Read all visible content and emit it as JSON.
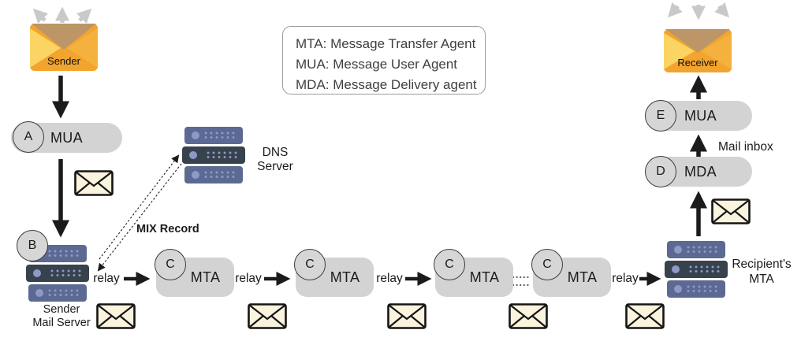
{
  "legend": {
    "lines": [
      "MTA: Message Transfer Agent",
      "MUA: Message User Agent",
      "MDA: Message Delivery agent"
    ]
  },
  "nodes": {
    "sender": {
      "label": "Sender"
    },
    "receiver": {
      "label": "Receiver"
    },
    "mua_a": {
      "badge": "A",
      "label": "MUA"
    },
    "mail_server": {
      "badge": "B",
      "label": "Sender\nMail Server"
    },
    "dns": {
      "label": "DNS\nServer"
    },
    "mta": {
      "badge": "C",
      "label": "MTA"
    },
    "recipient_mta": {
      "label": "Recipient's\nMTA"
    },
    "mda": {
      "badge": "D",
      "label": "MDA"
    },
    "mua_e": {
      "badge": "E",
      "label": "MUA"
    }
  },
  "labels": {
    "relay": "relay",
    "mix_record": "MIX Record",
    "mail_inbox": "Mail inbox"
  },
  "colors": {
    "box_gray": "#d3d3d3",
    "server_blue": "#5c6a93",
    "server_dark": "#37424d",
    "server_led": "#8e99c9",
    "envelope_cream": "#faf3dd",
    "envelope_orange": "#f2a42e",
    "envelope_flap_tan": "#bc9666",
    "fan_arrow_gray": "#c9c9c9",
    "arrow_black": "#1b1b1b"
  }
}
